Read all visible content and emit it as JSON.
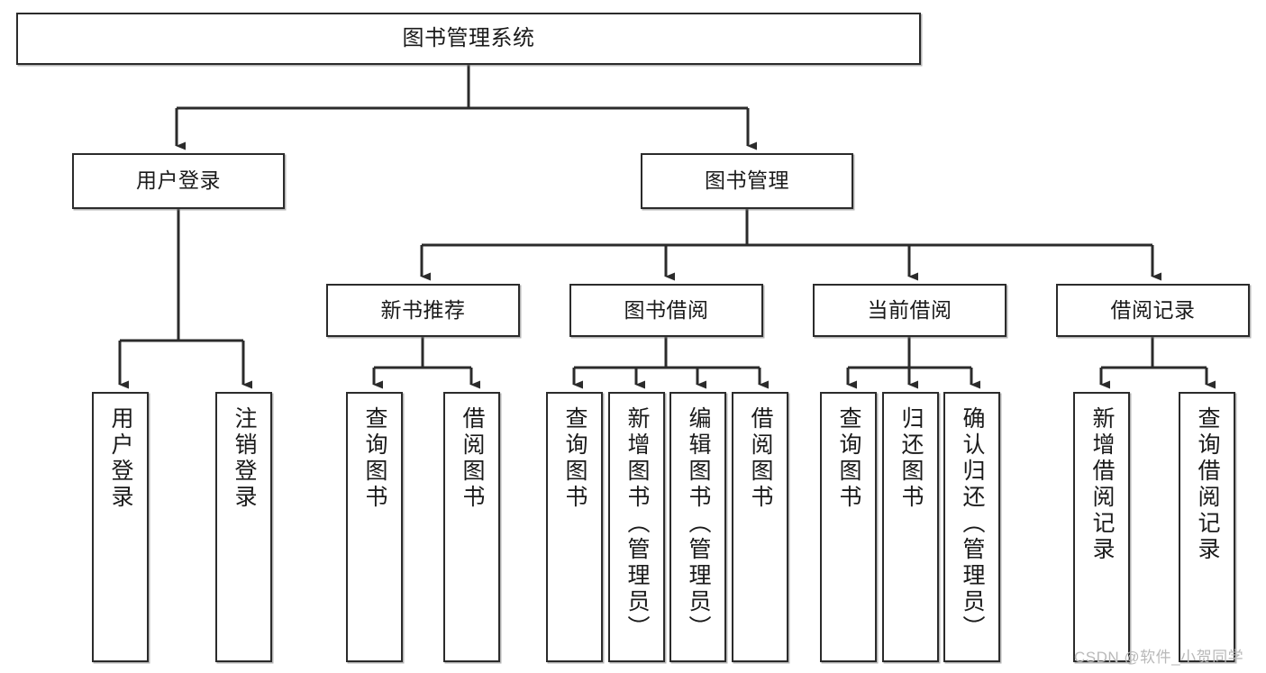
{
  "diagram": {
    "title": "图书管理系统",
    "type": "tree-hierarchy",
    "watermark": "CSDN @软件_小贺同学",
    "colors": {
      "stroke": "#2b2b2b",
      "node_fill": "#ffffff",
      "background": "#ffffff",
      "watermark": "#b9b9b9"
    },
    "root": {
      "id": "root",
      "label": "图书管理系统"
    },
    "level2": [
      {
        "id": "user-login",
        "label": "用户登录"
      },
      {
        "id": "book-manage",
        "label": "图书管理"
      }
    ],
    "level3": [
      {
        "id": "new-book-rec",
        "label": "新书推荐",
        "parent": "book-manage"
      },
      {
        "id": "book-borrow",
        "label": "图书借阅",
        "parent": "book-manage"
      },
      {
        "id": "current-borrow",
        "label": "当前借阅",
        "parent": "book-manage"
      },
      {
        "id": "borrow-record",
        "label": "借阅记录",
        "parent": "book-manage"
      }
    ],
    "leaves": [
      {
        "id": "leaf-user-login",
        "label": "用户登录",
        "parent": "user-login"
      },
      {
        "id": "leaf-logout",
        "label": "注销登录",
        "parent": "user-login"
      },
      {
        "id": "leaf-query-book-1",
        "label": "查询图书",
        "parent": "new-book-rec"
      },
      {
        "id": "leaf-borrow-book-1",
        "label": "借阅图书",
        "parent": "new-book-rec"
      },
      {
        "id": "leaf-query-book-2",
        "label": "查询图书",
        "parent": "book-borrow"
      },
      {
        "id": "leaf-add-book",
        "label": "新增图书（管理员）",
        "parent": "book-borrow"
      },
      {
        "id": "leaf-edit-book",
        "label": "编辑图书（管理员）",
        "parent": "book-borrow"
      },
      {
        "id": "leaf-borrow-book-2",
        "label": "借阅图书",
        "parent": "book-borrow"
      },
      {
        "id": "leaf-query-book-3",
        "label": "查询图书",
        "parent": "current-borrow"
      },
      {
        "id": "leaf-return-book",
        "label": "归还图书",
        "parent": "current-borrow"
      },
      {
        "id": "leaf-confirm-return",
        "label": "确认归还（管理员）",
        "parent": "current-borrow"
      },
      {
        "id": "leaf-add-record",
        "label": "新增借阅记录",
        "parent": "borrow-record"
      },
      {
        "id": "leaf-query-record",
        "label": "查询借阅记录",
        "parent": "borrow-record"
      }
    ]
  }
}
